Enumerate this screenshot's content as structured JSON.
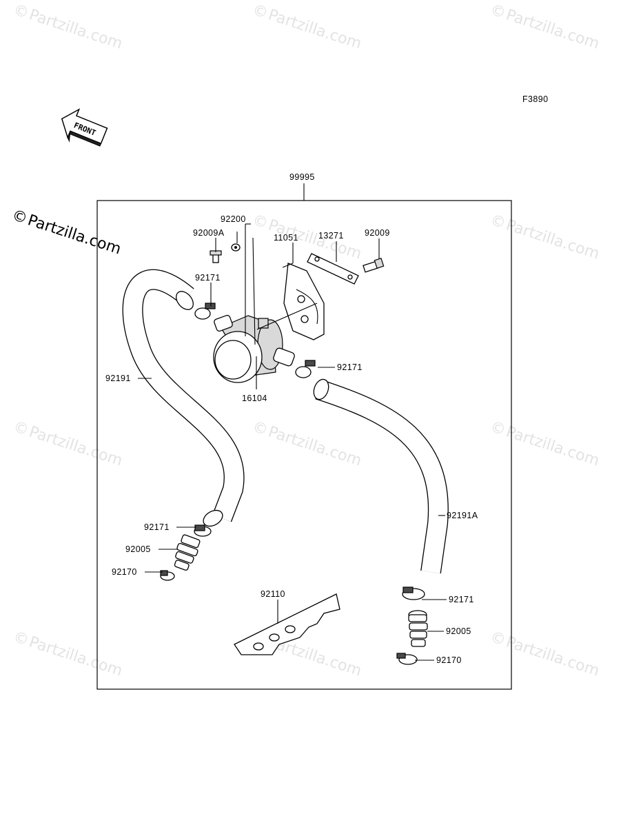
{
  "figure_code": "F3890",
  "front_label": "FRONT",
  "watermark": {
    "symbol": "©",
    "text": "Partzilla.com"
  },
  "parts": {
    "kit": "99995",
    "washer": "92200",
    "bolt_a": "92009A",
    "bolt": "92009",
    "bracket": "11051",
    "plate": "13271",
    "clamp_upper_left": "92171",
    "clamp_pump_right": "92171",
    "pump": "16104",
    "hose_left": "92191",
    "hose_right": "92191A",
    "clamp_lower_left": "92171",
    "fitting_left": "92005",
    "clamp_small_left": "92170",
    "holder": "92110",
    "clamp_lower_right": "92171",
    "fitting_right": "92005",
    "clamp_small_right": "92170"
  }
}
